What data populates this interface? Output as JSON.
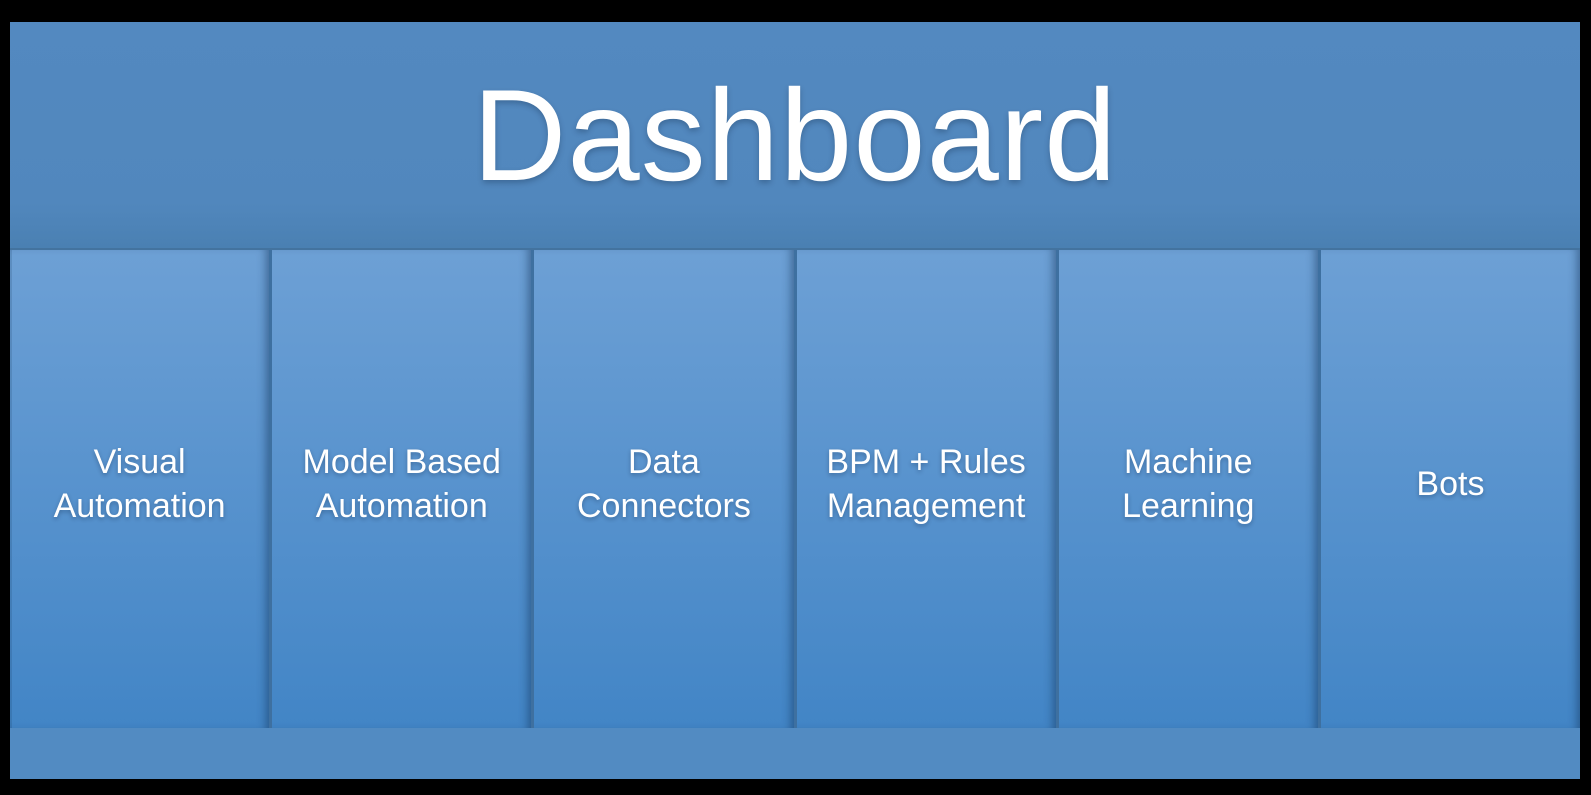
{
  "slide": {
    "title": "Dashboard",
    "tiles": [
      {
        "label": "Visual\nAutomation"
      },
      {
        "label": "Model Based\nAutomation"
      },
      {
        "label": "Data\nConnectors"
      },
      {
        "label": "BPM + Rules\nManagement"
      },
      {
        "label": "Machine\nLearning"
      },
      {
        "label": "Bots"
      }
    ],
    "colors": {
      "slide_background": "#528ac0",
      "header_top": "#5389c0",
      "header_bottom": "#4a80b2",
      "tile_gradient_top": "#6da0d5",
      "tile_gradient_bottom": "#4285c6",
      "tile_separator": "#3e70a0",
      "text": "#ffffff",
      "canvas_border": "#000000"
    }
  }
}
